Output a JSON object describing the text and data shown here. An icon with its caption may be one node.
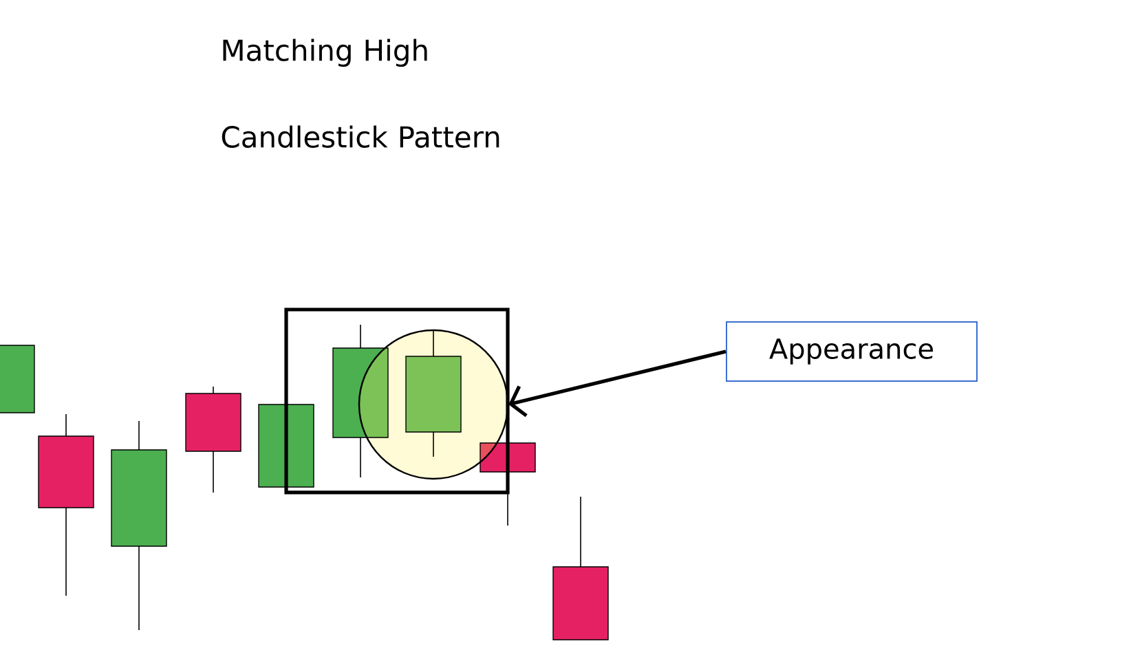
{
  "diagram": {
    "title": "Matching High Candlestick Pattern",
    "nodes": [
      {
        "text": [
          "Appearance"
        ]
      },
      {
        "text": [],
        "shape": "circle"
      }
    ],
    "edges": [
      {
        "from": 0,
        "to": 1,
        "arrow": "to"
      }
    ]
  }
}
